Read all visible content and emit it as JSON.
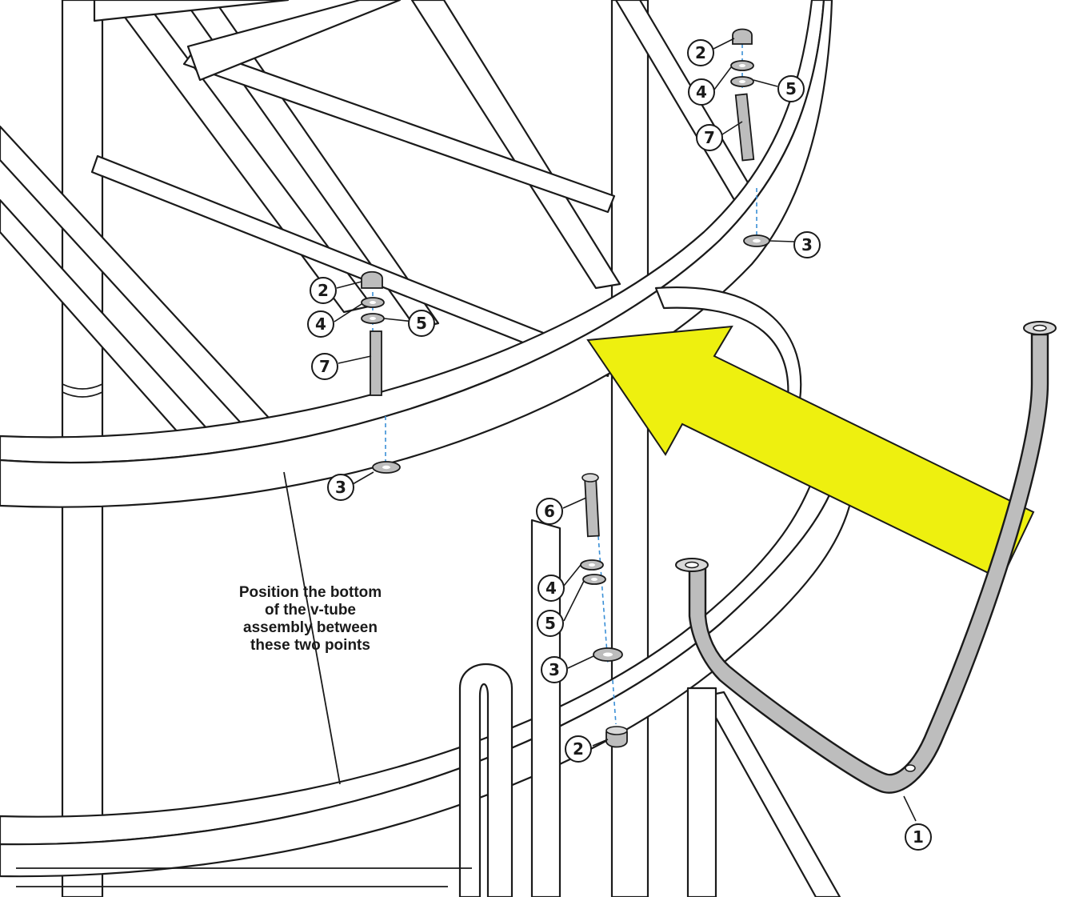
{
  "instruction": {
    "lines": [
      "Position the bottom",
      "of the v-tube",
      "assembly between",
      "these two points"
    ]
  },
  "colors": {
    "arrow": "#eef00f",
    "part_gray": "#bdbdbd",
    "dashed_guide": "#3a8fd6",
    "line": "#1a1a1a"
  },
  "callouts": [
    {
      "name": "callout-2-top",
      "number": "2"
    },
    {
      "name": "callout-4-top",
      "number": "4"
    },
    {
      "name": "callout-5-top",
      "number": "5"
    },
    {
      "name": "callout-7-top",
      "number": "7"
    },
    {
      "name": "callout-3-top",
      "number": "3"
    },
    {
      "name": "callout-2-mid",
      "number": "2"
    },
    {
      "name": "callout-4-mid",
      "number": "4"
    },
    {
      "name": "callout-5-mid",
      "number": "5"
    },
    {
      "name": "callout-7-mid",
      "number": "7"
    },
    {
      "name": "callout-3-mid",
      "number": "3"
    },
    {
      "name": "callout-6-low",
      "number": "6"
    },
    {
      "name": "callout-4-low",
      "number": "4"
    },
    {
      "name": "callout-5-low",
      "number": "5"
    },
    {
      "name": "callout-3-low",
      "number": "3"
    },
    {
      "name": "callout-2-low",
      "number": "2"
    },
    {
      "name": "callout-1-vtube",
      "number": "1"
    }
  ],
  "icons": {
    "direction_arrow": "arrow-pointing-upper-left-icon",
    "part_bolt": "bolt-icon",
    "part_nut": "cap-nut-icon",
    "part_washer": "washer-icon"
  }
}
